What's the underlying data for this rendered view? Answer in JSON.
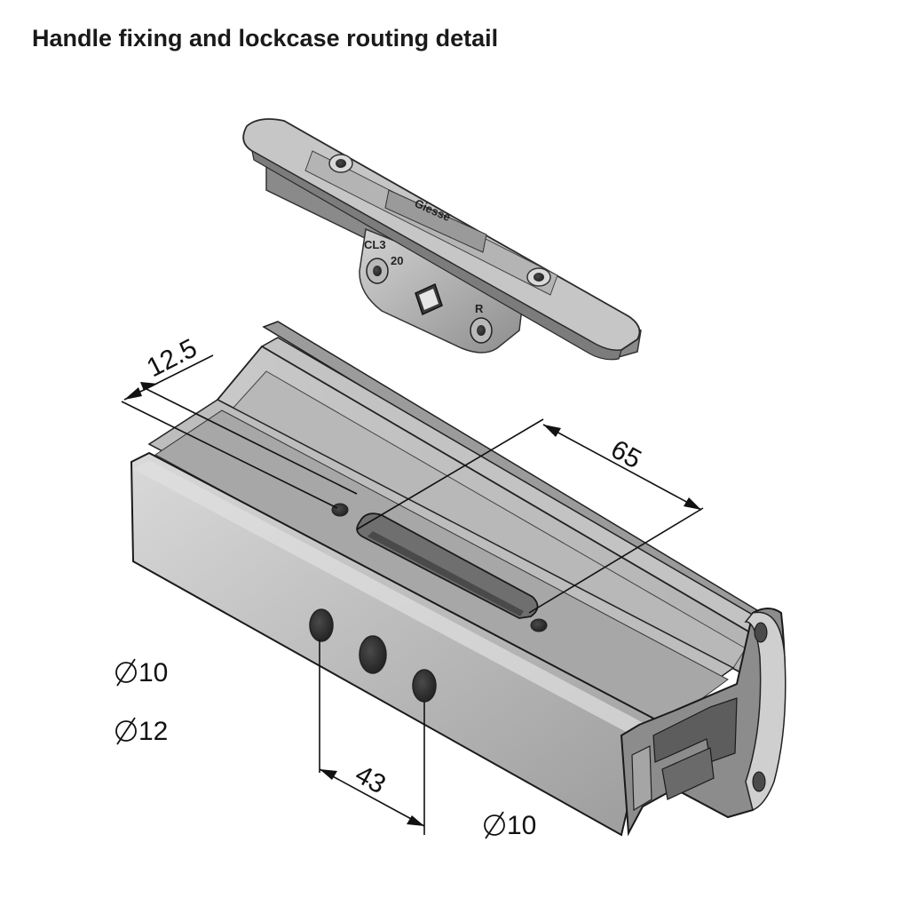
{
  "header": {
    "title": "Handle fixing and lockcase routing detail"
  },
  "dimensions": {
    "edge_offset": "12.5",
    "slot_length": "65",
    "hole_spacing": "43"
  },
  "hole_labels": {
    "upper_hole": "10",
    "middle_hole": "12",
    "lower_hole": "10"
  },
  "keep_markings": {
    "brand": "Giesse",
    "model": "CL3",
    "size": "20",
    "hand": "R"
  },
  "colors": {
    "metal_light": "#d4d4d4",
    "metal_mid": "#a9a9a9",
    "metal_dark": "#6e6e6e",
    "line": "#111111"
  }
}
